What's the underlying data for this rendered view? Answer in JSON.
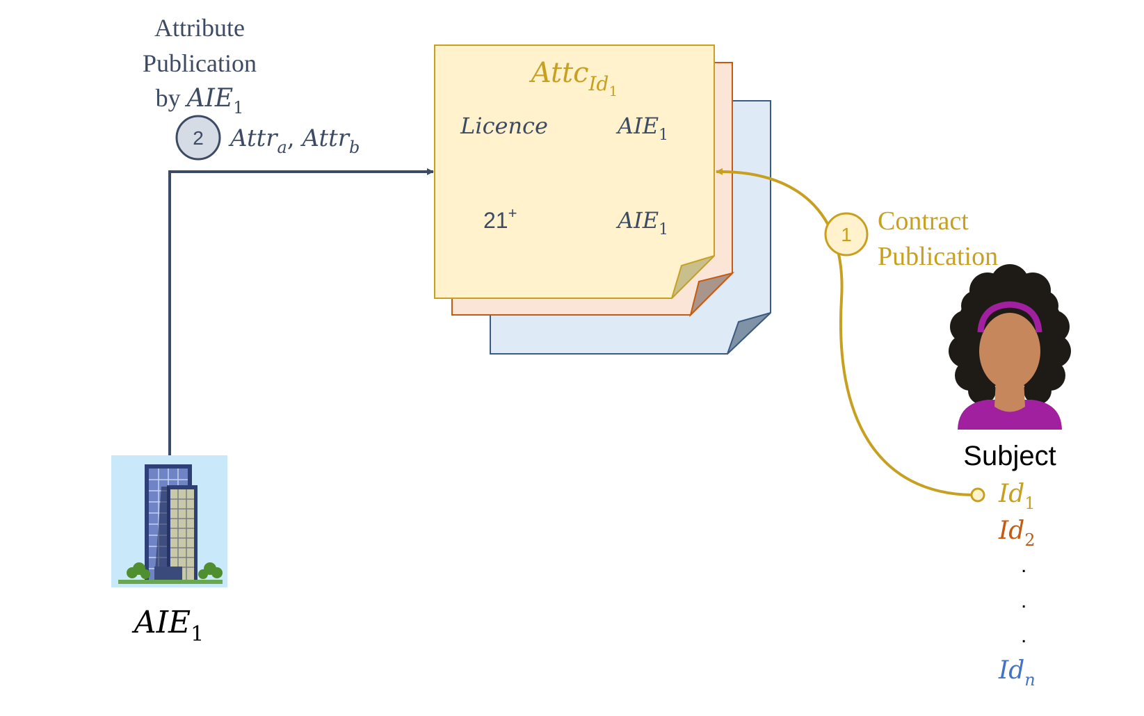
{
  "step2": {
    "caption_line1": "Attribute",
    "caption_line2": "Publication",
    "caption_by": "by ",
    "caption_entity": "AIE",
    "caption_entity_sub": "1",
    "number": "2",
    "attr_a_base": "Attr",
    "attr_a_sub": "a",
    "separator": ", ",
    "attr_b_base": "Attr",
    "attr_b_sub": "b"
  },
  "contract": {
    "title_base": "Attc",
    "title_sub_base": "Id",
    "title_sub_sub": "1",
    "rows": [
      {
        "attribute": "Licence",
        "issuer": "AIE",
        "issuer_sub": "1"
      },
      {
        "attribute": "21",
        "attribute_sup": "+",
        "issuer": "AIE",
        "issuer_sub": "1"
      }
    ]
  },
  "step1": {
    "number": "1",
    "caption_line1": "Contract",
    "caption_line2": "Publication"
  },
  "subject": {
    "label": "Subject",
    "ids": [
      {
        "base": "Id",
        "sub": "1"
      },
      {
        "base": "Id",
        "sub": "2"
      },
      {
        "base": "Id",
        "sub": "n"
      }
    ],
    "ellipsis": "."
  },
  "entity": {
    "label_base": "AIE",
    "label_sub": "1"
  },
  "colors": {
    "gold": "#c8a020",
    "dark_slate": "#3c4b63",
    "orange": "#c55a11",
    "blue": "#4472c4",
    "doc_front": "#fff2cc",
    "doc_middle": "#fbe5d6",
    "doc_back": "#deebf7"
  }
}
